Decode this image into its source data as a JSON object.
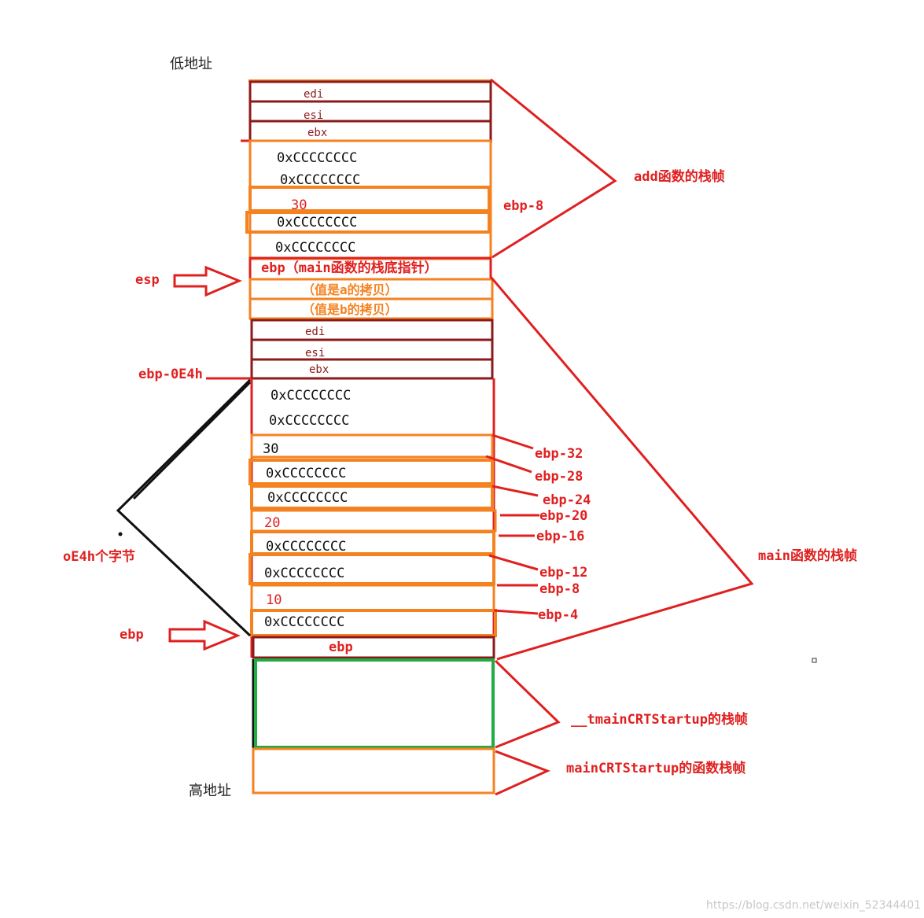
{
  "headers": {
    "low_address": "低地址",
    "high_address": "高地址"
  },
  "stack": {
    "add_frame": {
      "saved_regs": [
        "edi",
        "esi",
        "ebx"
      ],
      "fill_1": "0xCCCCCCCC",
      "fill_2": "0xCCCCCCCC",
      "value_30": "30",
      "fill_3": "0xCCCCCCCC",
      "fill_4": "0xCCCCCCCC",
      "saved_ebp": "ebp（main函数的栈底指针）",
      "copy_a": "（值是a的拷贝）",
      "copy_b": "（值是b的拷贝）"
    },
    "main_frame": {
      "saved_regs": [
        "edi",
        "esi",
        "ebx"
      ],
      "fill_1": "0xCCCCCCCC",
      "fill_2": "0xCCCCCCCC",
      "value_30": "30",
      "fill_3": "0xCCCCCCCC",
      "fill_4": "0xCCCCCCCC",
      "value_20": "20",
      "fill_5": "0xCCCCCCCC",
      "fill_6": "0xCCCCCCCC",
      "value_10": "10",
      "fill_7": "0xCCCCCCCC",
      "saved_ebp": "ebp"
    }
  },
  "labels": {
    "add_frame": "add函数的栈帧",
    "ebp_minus_8_add": "ebp-8",
    "esp": "esp",
    "ebp_minus_0e4h": "ebp-0E4h",
    "size_note": "oE4h个字节",
    "ebp": "ebp",
    "main_frame": "main函数的栈帧",
    "offsets": [
      "ebp-32",
      "ebp-28",
      "ebp-24",
      "ebp-20",
      "ebp-16",
      "ebp-12",
      "ebp-8",
      "ebp-4"
    ],
    "tmain_frame": "__tmainCRTStartup的栈帧",
    "main_crt_frame": "mainCRTStartup的函数栈帧"
  },
  "watermark": "https://blog.csdn.net/weixin_52344401",
  "colors": {
    "red": "#e02020",
    "orange": "#f58220",
    "dark_red": "#8b1a1a",
    "green": "#22aa44",
    "black": "#111111"
  }
}
